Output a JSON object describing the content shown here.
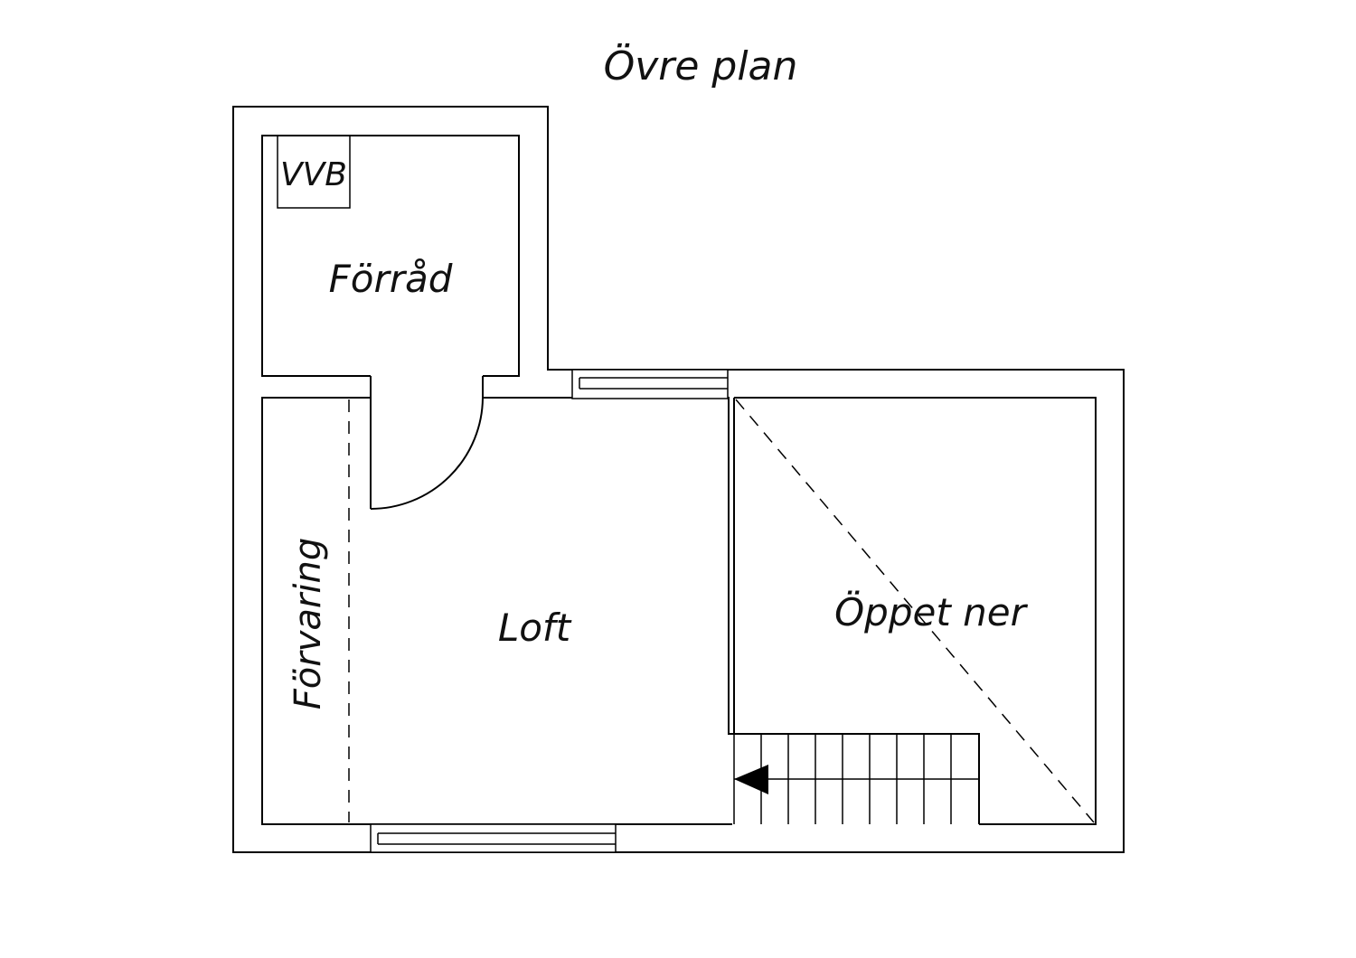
{
  "title": "Övre plan",
  "rooms": {
    "storage_room": "Förråd",
    "water_heater": "VVB",
    "storage_side": "Förvaring",
    "loft": "Loft",
    "open_below": "Öppet ner"
  }
}
